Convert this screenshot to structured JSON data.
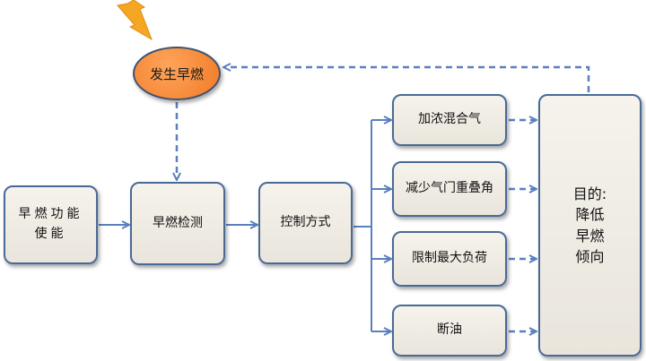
{
  "diagram": {
    "event": "发生早燃",
    "function_box": "早燃功能使能",
    "detect_box": "早燃检测",
    "control_box": "控制方式",
    "measures": [
      "加浓混合气",
      "减少气门重叠角",
      "限制最大负荷",
      "断油"
    ],
    "goal": [
      "目的:",
      "降低",
      "早燃",
      "倾向"
    ],
    "colors": {
      "box_border": "#4a6a96",
      "box_fill": "#efebe3",
      "event_fill": "#f5832f",
      "arrow": "#5b7fbf",
      "lightning": "#f5a623"
    },
    "icons": [
      "lightning-icon"
    ]
  }
}
